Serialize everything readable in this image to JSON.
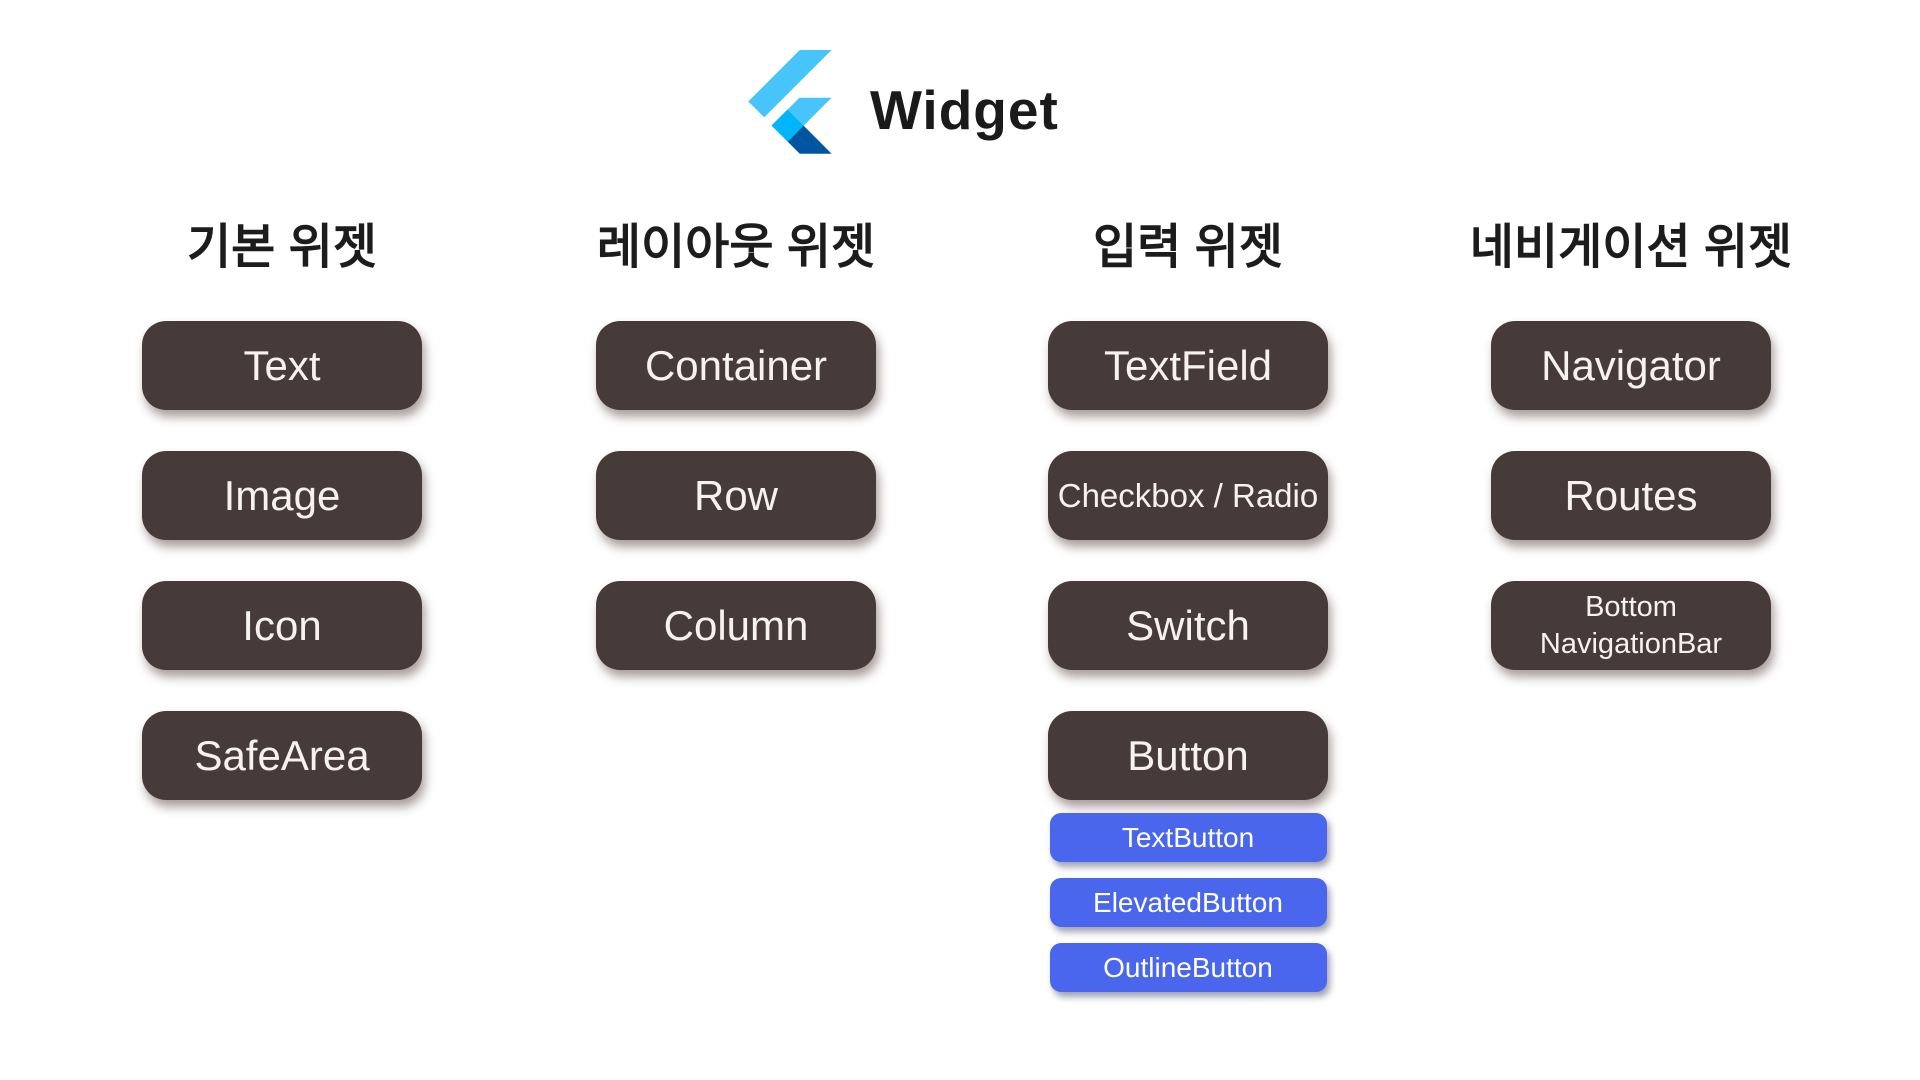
{
  "header": {
    "title": "Widget",
    "logo": {
      "name": "flutter-logo",
      "light": "#47C5FB",
      "mid": "#00B5F8",
      "dark": "#00569E"
    }
  },
  "colors": {
    "background": "#ffffff",
    "widget_chip_bg": "#473b39",
    "widget_chip_text": "#f7f2ef",
    "sub_button_bg": "#4a66ec",
    "sub_button_text": "#ffffff",
    "heading_text": "#1c1c1c"
  },
  "columns": [
    {
      "title": "기본 위젯",
      "items": [
        {
          "label": "Text",
          "type": "widget"
        },
        {
          "label": "Image",
          "type": "widget"
        },
        {
          "label": "Icon",
          "type": "widget"
        },
        {
          "label": "SafeArea",
          "type": "widget"
        }
      ]
    },
    {
      "title": "레이아웃 위젯",
      "items": [
        {
          "label": "Container",
          "type": "widget"
        },
        {
          "label": "Row",
          "type": "widget"
        },
        {
          "label": "Column",
          "type": "widget"
        }
      ]
    },
    {
      "title": "입력 위젯",
      "items": [
        {
          "label": "TextField",
          "type": "widget"
        },
        {
          "label": "Checkbox / Radio",
          "type": "widget"
        },
        {
          "label": "Switch",
          "type": "widget"
        },
        {
          "label": "Button",
          "type": "widget"
        },
        {
          "label": "TextButton",
          "type": "sub-button"
        },
        {
          "label": "ElevatedButton",
          "type": "sub-button"
        },
        {
          "label": "OutlineButton",
          "type": "sub-button"
        }
      ]
    },
    {
      "title": "네비게이션 위젯",
      "items": [
        {
          "label": "Navigator",
          "type": "widget"
        },
        {
          "label": "Routes",
          "type": "widget"
        },
        {
          "label": "Bottom\nNavigationBar",
          "type": "widget"
        }
      ]
    }
  ]
}
